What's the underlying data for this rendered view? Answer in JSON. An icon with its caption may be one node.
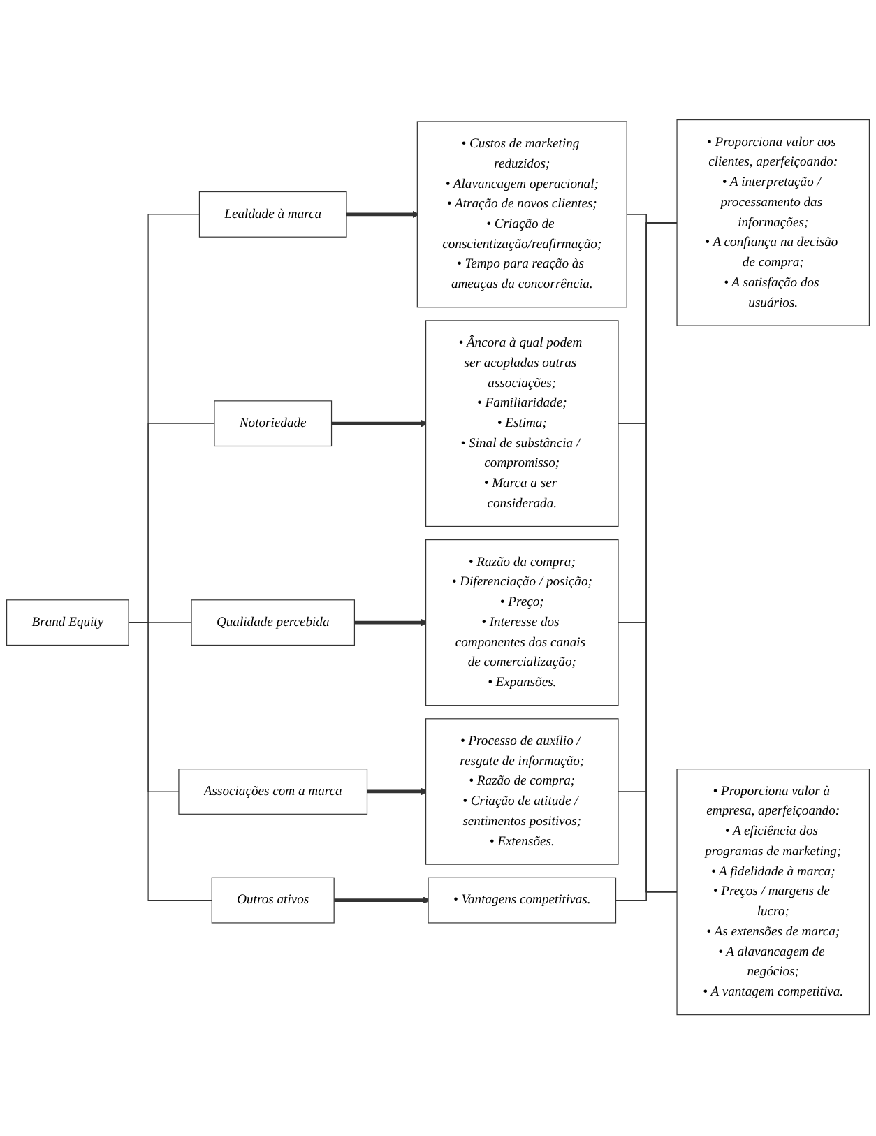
{
  "diagram": {
    "nodes": [
      {
        "text": [
          "Brand Equity"
        ]
      },
      {
        "text": [
          "Lealdade à marca"
        ]
      },
      {
        "text": [
          "• Custos de marketing reduzidos;",
          "• Alavancagem operacional;",
          "• Atração de novos clientes;",
          "• Criação de conscientização/reafirmação;",
          "• Tempo para reação às ameaças da concorrência."
        ]
      },
      {
        "text": [
          "Notoriedade"
        ]
      },
      {
        "text": [
          "• Âncora à qual podem ser acopladas outras associações;",
          "• Familiaridade;",
          "• Estima;",
          "• Sinal de substância / compromisso;",
          "• Marca a ser considerada."
        ]
      },
      {
        "text": [
          "Qualidade percebida"
        ]
      },
      {
        "text": [
          "• Razão da compra;",
          "• Diferenciação / posição;",
          "• Preço;",
          "• Interesse dos componentes dos canais de comercialização;",
          "• Expansões."
        ]
      },
      {
        "text": [
          "Associações com a marca"
        ]
      },
      {
        "text": [
          "• Processo de auxílio / resgate de informação;",
          "• Razão de compra;",
          "• Criação de atitude / sentimentos positivos;",
          "• Extensões."
        ]
      },
      {
        "text": [
          "Outros ativos"
        ]
      },
      {
        "text": [
          "• Vantagens competitivas."
        ]
      },
      {
        "text": [
          "• Proporciona valor aos clientes, aperfeiçoando:",
          "• A interpretação / processamento das informações;",
          "• A confiança na decisão de compra;",
          "• A satisfação dos usuários."
        ]
      },
      {
        "text": [
          "• Proporciona valor à empresa, aperfeiçoando:",
          "• A eficiência dos programas de marketing;",
          "• A fidelidade à marca;",
          "• Preços / margens de lucro;",
          "• As extensões de marca;",
          "• A alavancagem de negócios;",
          "• A vantagem competitiva."
        ]
      }
    ],
    "edges": [
      {
        "from": 0,
        "to": 1,
        "arrow": "none"
      },
      {
        "from": 0,
        "to": 3,
        "arrow": "none"
      },
      {
        "from": 0,
        "to": 5,
        "arrow": "none"
      },
      {
        "from": 0,
        "to": 7,
        "arrow": "none"
      },
      {
        "from": 0,
        "to": 9,
        "arrow": "none"
      },
      {
        "from": 1,
        "to": 2,
        "arrow": "to",
        "style": "thick"
      },
      {
        "from": 3,
        "to": 4,
        "arrow": "to",
        "style": "thick"
      },
      {
        "from": 5,
        "to": 6,
        "arrow": "to",
        "style": "thick"
      },
      {
        "from": 7,
        "to": 8,
        "arrow": "to",
        "style": "thick"
      },
      {
        "from": 9,
        "to": 10,
        "arrow": "to",
        "style": "thick"
      },
      {
        "from": 2,
        "to": 11,
        "arrow": "none"
      },
      {
        "from": 4,
        "to": 11,
        "arrow": "none"
      },
      {
        "from": 6,
        "to": 11,
        "arrow": "none"
      },
      {
        "from": 8,
        "to": 11,
        "arrow": "none"
      },
      {
        "from": 10,
        "to": 11,
        "arrow": "none"
      },
      {
        "from": 2,
        "to": 12,
        "arrow": "none"
      },
      {
        "from": 4,
        "to": 12,
        "arrow": "none"
      },
      {
        "from": 6,
        "to": 12,
        "arrow": "none"
      },
      {
        "from": 8,
        "to": 12,
        "arrow": "none"
      },
      {
        "from": 10,
        "to": 12,
        "arrow": "none"
      }
    ]
  }
}
